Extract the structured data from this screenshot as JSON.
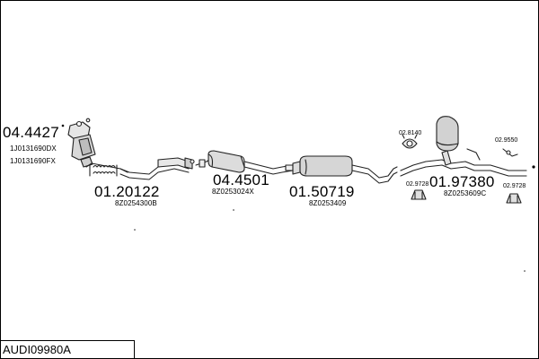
{
  "diagram_code": "AUDI09980A",
  "parts": [
    {
      "number": "04.4427",
      "refs": [
        "1J0131690DX",
        "1J0131690FX"
      ]
    },
    {
      "number": "01.20122",
      "refs": [
        "8Z0254300B"
      ]
    },
    {
      "number": "04.4501",
      "refs": [
        "8Z0253024X"
      ]
    },
    {
      "number": "01.50719",
      "refs": [
        "8Z0253409"
      ]
    },
    {
      "number": "01.97380",
      "refs": [
        "8Z0253609C"
      ]
    }
  ],
  "small_parts": [
    "02.8140",
    "02.9550",
    "02.9728",
    "02.9728"
  ]
}
